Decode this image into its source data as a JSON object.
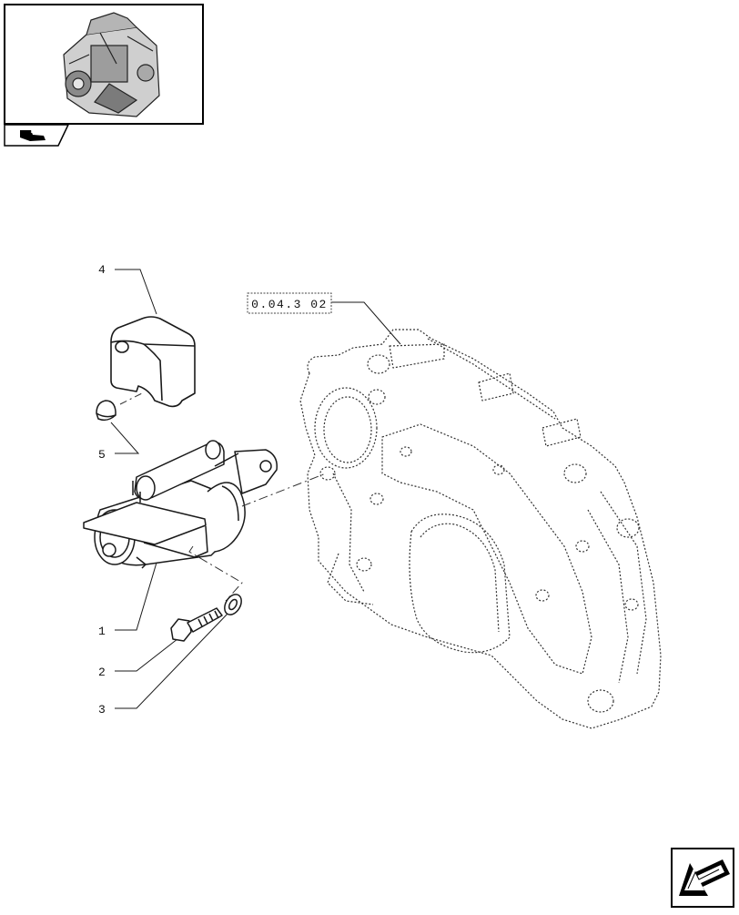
{
  "thumbnail": {
    "icon": "engine-thumbnail-icon",
    "tab_icon": "book-pointer-icon"
  },
  "reference_box": {
    "label": "0.04.3 02"
  },
  "callouts": [
    {
      "id": "1",
      "label": "1"
    },
    {
      "id": "2",
      "label": "2"
    },
    {
      "id": "3",
      "label": "3"
    },
    {
      "id": "4",
      "label": "4"
    },
    {
      "id": "5",
      "label": "5"
    }
  ],
  "nav": {
    "icon": "next-page-arrow-icon"
  },
  "colors": {
    "line": "#1a1a1a",
    "hidden_line": "#333333",
    "background": "#ffffff"
  }
}
